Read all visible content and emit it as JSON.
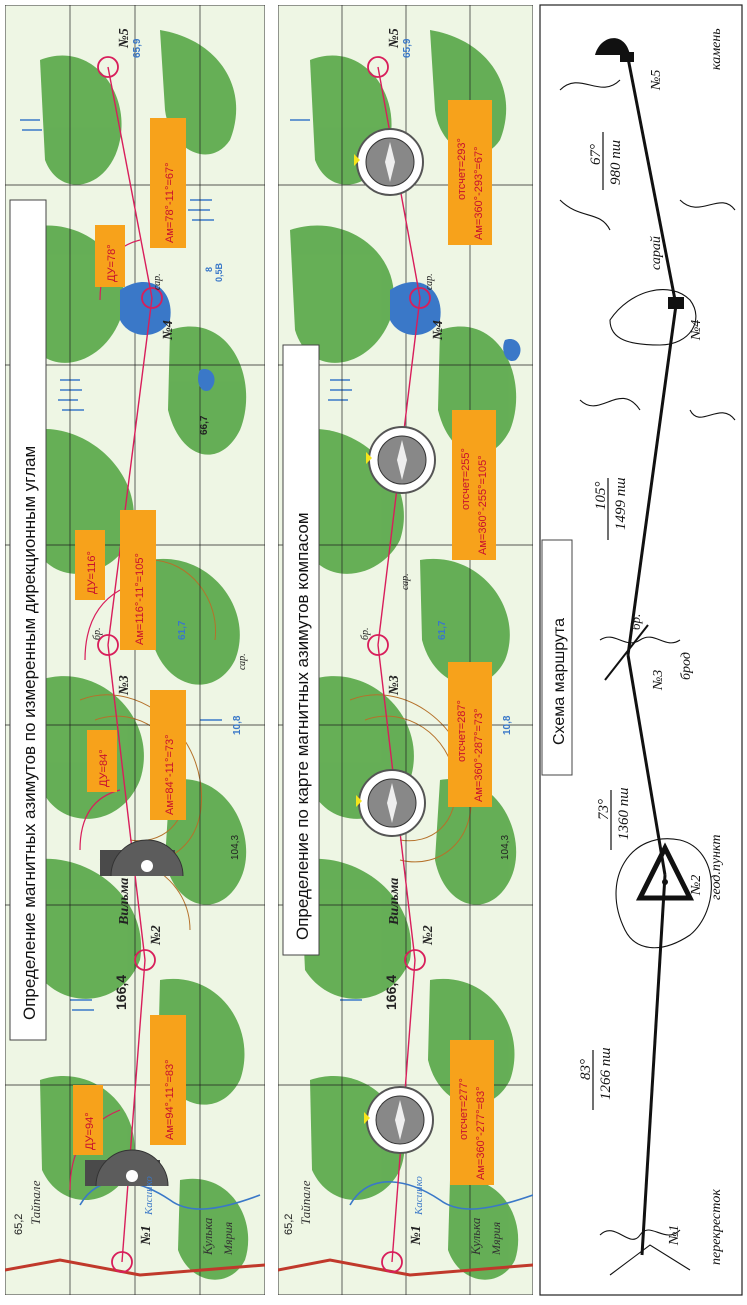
{
  "colors": {
    "forest": "#5aa84a",
    "field": "#eef6e4",
    "route": "#d81e5b",
    "label_bg": "#f7a21b",
    "label_text": "#c8102e",
    "water": "#3a78c8",
    "contour": "#b5712a"
  },
  "panel1": {
    "title": "Определение магнитных азимутов по измеренным дирекционным углам",
    "du_labels": [
      "ДУ=94°",
      "ДУ=84°",
      "ДУ=116°",
      "ДУ=78°"
    ],
    "am_labels": [
      "Ам=94°-11°=83°",
      "Ам=84°-11°=73°",
      "Ам=116°-11°=105°",
      "Ам=78°-11°=67°"
    ],
    "points": [
      "№1",
      "№2",
      "№3",
      "№4",
      "№5"
    ]
  },
  "panel2": {
    "title": "Определение по карте магнитных азимутов компасом",
    "reading_labels": [
      "отсчет=277°",
      "отсчет=287°",
      "отсчет=255°",
      "отсчет=293°"
    ],
    "am_labels": [
      "Ам=360°-277°=83°",
      "Ам=360°-287°=73°",
      "Ам=360°-255°=105°",
      "Ам=360°-293°=67°"
    ],
    "points": [
      "№1",
      "№2",
      "№3",
      "№4",
      "№5"
    ]
  },
  "map_labels": {
    "village1": "Тайпале",
    "village2": "Кулька",
    "village3": "Мярия",
    "stream": "Касинко",
    "hill_name": "Вильма",
    "hill_height": "166,4",
    "h_652": "65,2",
    "h_659": "65,9",
    "h_667": "66,7",
    "h_617": "61,7",
    "h_1043": "104,3",
    "h_108": "10,8",
    "sar": "сар.",
    "br": "бр.",
    "depth": "8",
    "depth2": "0,5В"
  },
  "scheme": {
    "title": "Схема маршрута",
    "points": [
      "№1",
      "№2",
      "№3",
      "№4",
      "№5"
    ],
    "landmarks": [
      "перекресток",
      "геод.пункт",
      "брод",
      "сарай",
      "камень"
    ],
    "br_label": "бр.",
    "legs": [
      {
        "azimuth": "83°",
        "distance": "1266 пш"
      },
      {
        "azimuth": "73°",
        "distance": "1360 пш"
      },
      {
        "azimuth": "105°",
        "distance": "1499 пш"
      },
      {
        "azimuth": "67°",
        "distance": "980 пш"
      }
    ]
  }
}
